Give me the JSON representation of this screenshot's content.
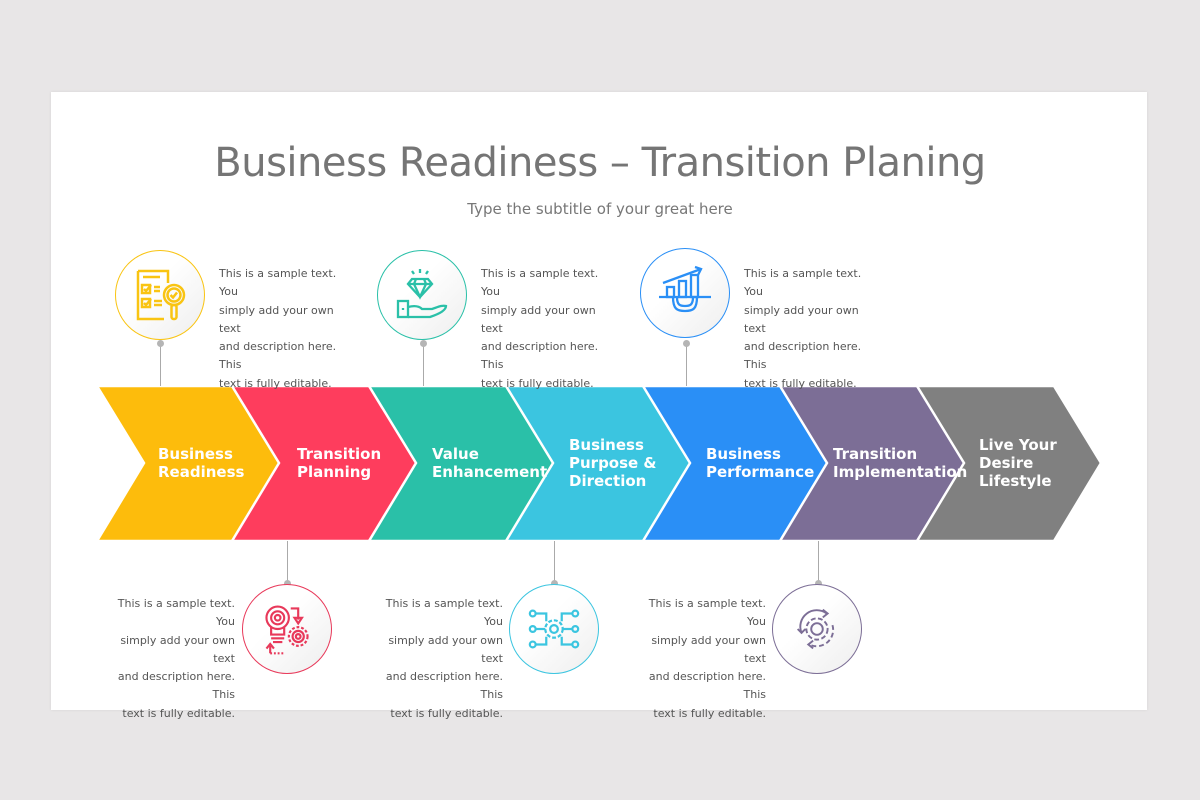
{
  "title": "Business Readiness – Transition Planing",
  "subtitle": "Type the subtitle of your great here",
  "steps": [
    {
      "label_line1": "Business",
      "label_line2": "Readiness",
      "label_line3": "",
      "color": "#FDBC0C"
    },
    {
      "label_line1": "Transition",
      "label_line2": "Planning",
      "label_line3": "",
      "color": "#FE3D5D"
    },
    {
      "label_line1": "Value",
      "label_line2": "Enhancement",
      "label_line3": "",
      "color": "#2AC0A8"
    },
    {
      "label_line1": "Business",
      "label_line2": "Purpose &",
      "label_line3": "Direction",
      "color": "#3BC5E0"
    },
    {
      "label_line1": "Business",
      "label_line2": "Performance",
      "label_line3": "",
      "color": "#2A8FF6"
    },
    {
      "label_line1": "Transition",
      "label_line2": "Implementation",
      "label_line3": "",
      "color": "#7C6E96"
    },
    {
      "label_line1": "Live Your",
      "label_line2": "Desire",
      "label_line3": "Lifestyle",
      "color": "#808080"
    }
  ],
  "callouts": [
    {
      "position": "top",
      "icon": "checklist-magnifier-icon",
      "color": "#F9C412",
      "text_lines": [
        "This is a sample text. You",
        "simply add your own text",
        "and description here. This",
        "text is fully editable."
      ]
    },
    {
      "position": "bottom",
      "icon": "lightbulb-gear-icon",
      "color": "#E8395A",
      "text_lines": [
        "This is a sample text. You",
        "simply add your own text",
        "and description here. This",
        "text is fully editable."
      ]
    },
    {
      "position": "top",
      "icon": "diamond-hand-icon",
      "color": "#2AC0A8",
      "text_lines": [
        "This is a sample text. You",
        "simply add your own text",
        "and description here. This",
        "text is fully editable."
      ]
    },
    {
      "position": "bottom",
      "icon": "gear-circuit-icon",
      "color": "#3BC5E0",
      "text_lines": [
        "This is a sample text. You",
        "simply add your own text",
        "and description here. This",
        "text is fully editable."
      ]
    },
    {
      "position": "top",
      "icon": "growth-chart-gear-icon",
      "color": "#2A8FF6",
      "text_lines": [
        "This is a sample text. You",
        "simply add your own text",
        "and description here. This",
        "text is fully editable."
      ]
    },
    {
      "position": "bottom",
      "icon": "gear-cycle-icon",
      "color": "#7C6E96",
      "text_lines": [
        "This is a sample text. You",
        "simply add your own text",
        "and description here. This",
        "text is fully editable."
      ]
    }
  ]
}
